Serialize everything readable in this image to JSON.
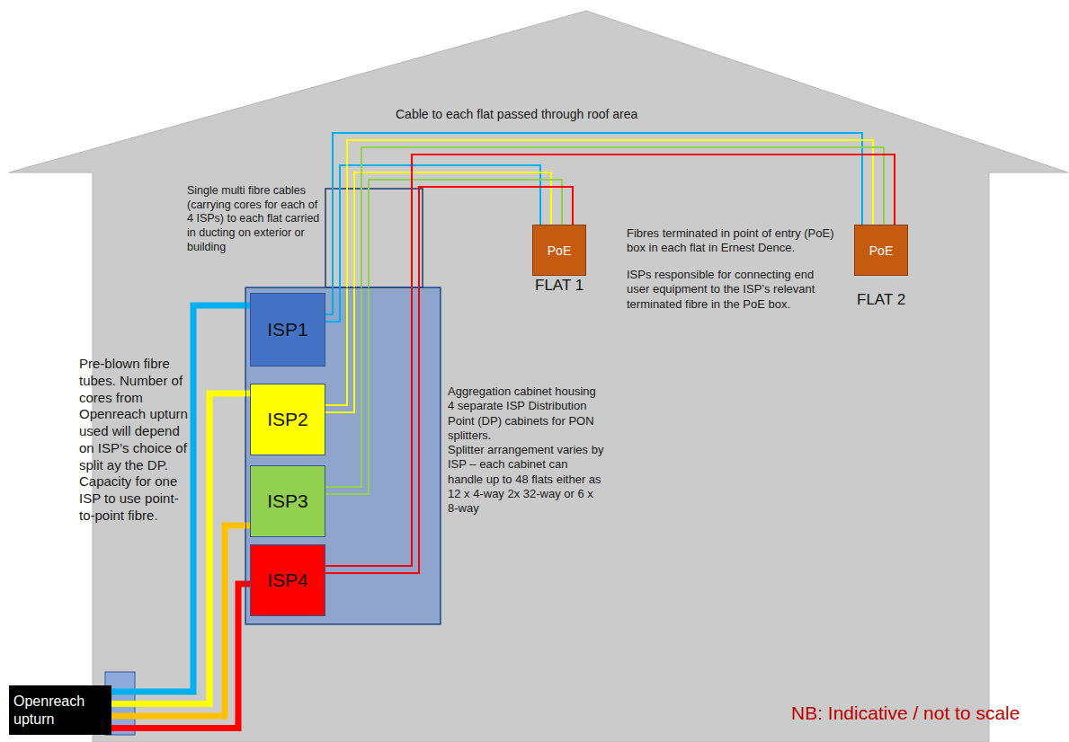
{
  "diagram": {
    "nodes": [
      {
        "text": [
          "Aggregation cabinet housing 4 separate ISP Distribution Point (DP) cabinets for PON splitters.",
          "Splitter arrangement varies by ISP – each cabinet can handle up to 48 flats either as 12 x 4-way 2x 32-way or 6 x 8-way"
        ]
      },
      {
        "text": [
          "ISP1"
        ],
        "in": 0
      },
      {
        "text": [
          "ISP2"
        ],
        "in": 0
      },
      {
        "text": [
          "ISP3"
        ],
        "in": 0
      },
      {
        "text": [
          "ISP4"
        ],
        "in": 0
      },
      {
        "text": [
          "PoE",
          "FLAT 1"
        ]
      },
      {
        "text": [
          "PoE",
          "FLAT 2"
        ]
      },
      {
        "text": [
          "Openreach upturn"
        ]
      }
    ],
    "edges": [
      {
        "from": 7,
        "to": 1,
        "arrow": "none"
      },
      {
        "from": 7,
        "to": 2,
        "arrow": "none"
      },
      {
        "from": 7,
        "to": 3,
        "arrow": "none"
      },
      {
        "from": 7,
        "to": 4,
        "arrow": "none"
      },
      {
        "from": 1,
        "to": 5,
        "arrow": "none"
      },
      {
        "from": 1,
        "to": 6,
        "arrow": "none"
      },
      {
        "from": 2,
        "to": 5,
        "arrow": "none"
      },
      {
        "from": 2,
        "to": 6,
        "arrow": "none"
      },
      {
        "from": 3,
        "to": 5,
        "arrow": "none"
      },
      {
        "from": 3,
        "to": 6,
        "arrow": "none"
      },
      {
        "from": 4,
        "to": 5,
        "arrow": "none"
      },
      {
        "from": 4,
        "to": 6,
        "arrow": "none"
      }
    ],
    "labels": [
      "Cable to each flat passed through roof area",
      "Single multi fibre cables (carrying cores for each of 4 ISPs) to each flat carried in ducting on exterior or building",
      "Pre-blown fibre tubes. Number of cores from Openreach upturn used will depend on ISP’s choice of split ay the DP. Capacity for one ISP to use point-to-point fibre.",
      "Fibres terminated in point of entry (PoE) box in each flat in Ernest Dence.",
      "ISPs responsible for connecting end user equipment to the ISP’s relevant terminated fibre in the PoE box.",
      "NB: Indicative / not to scale"
    ]
  }
}
